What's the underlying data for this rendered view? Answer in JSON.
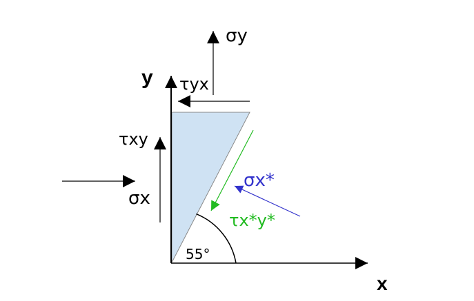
{
  "labels": {
    "sigma_y": "σy",
    "tau_yx": "τyx",
    "y_axis": "y",
    "tau_xy": "τxy",
    "sigma_x": "σx",
    "sigma_x_star": "σx*",
    "tau_x_star_y_star": "τx*y*",
    "angle": "55°",
    "x_axis": "x"
  },
  "angle_deg": 55,
  "colors": {
    "stroke": "#000000",
    "element_fill": "#cfe2f3",
    "element_edge": "#8a8a8a",
    "normal_stress_star": "#3333cc",
    "shear_stress_star": "#22bb22"
  }
}
